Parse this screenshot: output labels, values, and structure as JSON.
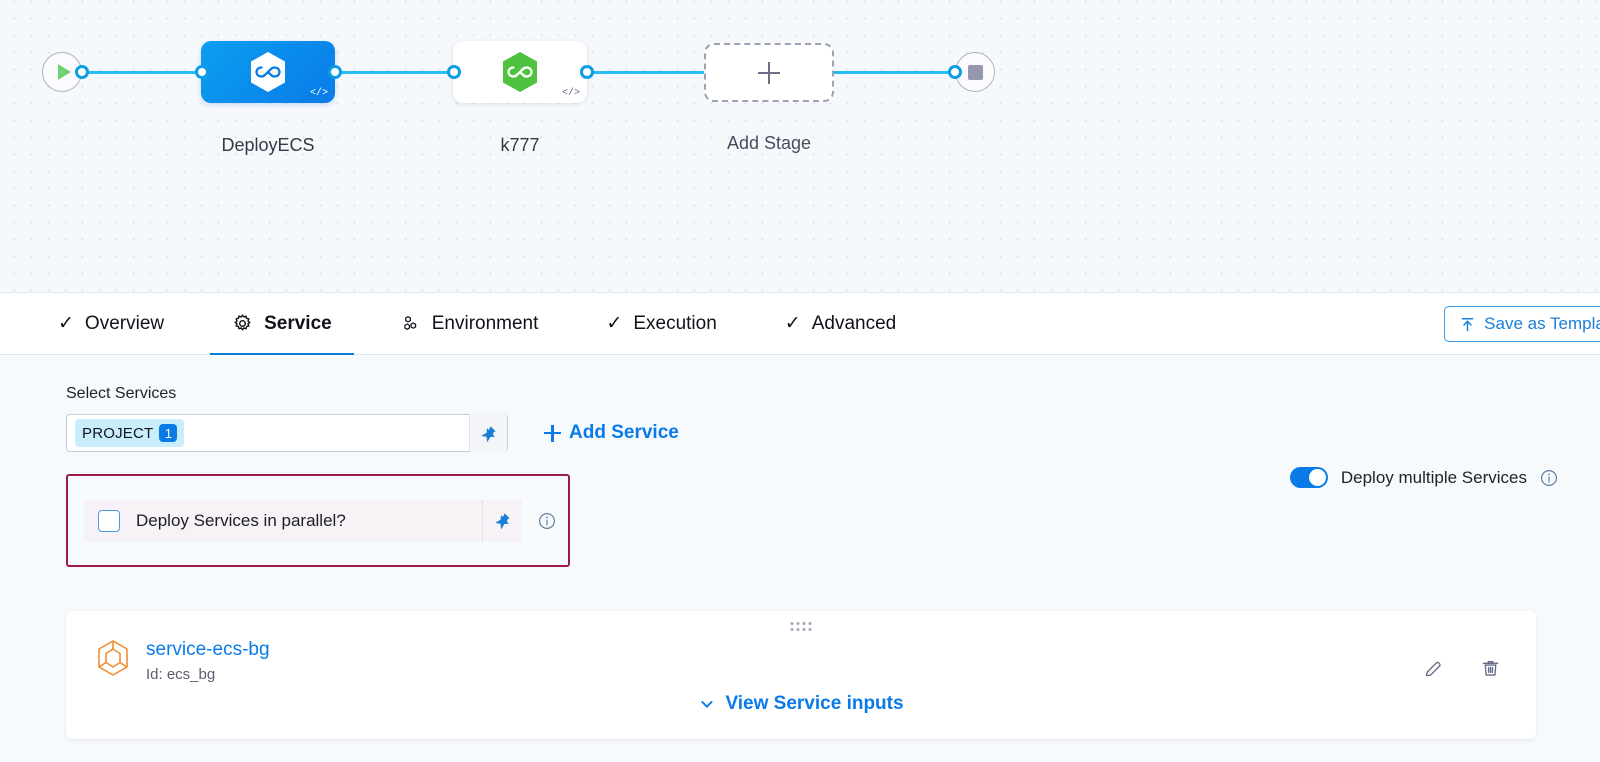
{
  "pipeline": {
    "start_node": "start-play",
    "end_node": "end-stop",
    "stages": [
      {
        "label": "DeployECS",
        "icon": "harness-infinity-icon",
        "code_badge": "</>",
        "variant": "selected"
      },
      {
        "label": "k777",
        "icon": "harness-infinity-icon",
        "code_badge": "</>",
        "variant": "default"
      }
    ],
    "add_stage_label": "Add Stage",
    "add_stage_icon": "plus-icon",
    "colors": {
      "connector": "#27bdf4",
      "selected_stage": "#0a7ae8",
      "stage_icon_green": "#4cc23e",
      "canvas_bg": "#f6f9fc"
    }
  },
  "tabs": [
    {
      "label": "Overview",
      "icon": "check-icon",
      "active": false
    },
    {
      "label": "Service",
      "icon": "gear-icon",
      "active": true
    },
    {
      "label": "Environment",
      "icon": "hex-cluster-icon",
      "active": false
    },
    {
      "label": "Execution",
      "icon": "check-icon",
      "active": false
    },
    {
      "label": "Advanced",
      "icon": "check-icon",
      "active": false
    }
  ],
  "toolbar": {
    "save_template_label": "Save as Template",
    "save_template_icon": "arrow-to-top-icon",
    "accent": "#1a7ed8"
  },
  "service_section": {
    "title": "Select Services",
    "select": {
      "tag_label": "PROJECT",
      "tag_count": "1",
      "pin_icon": "pin-icon"
    },
    "add_service_label": "Add Service",
    "add_service_icon": "plus-icon",
    "deploy_multiple": {
      "label": "Deploy multiple Services",
      "info_icon": "info-icon",
      "enabled": true
    },
    "parallel": {
      "label": "Deploy Services in parallel?",
      "checked": false,
      "pin_icon": "pin-icon",
      "info_icon": "info-icon",
      "highlight_color": "#9c1c52"
    },
    "service_card": {
      "drag_handle_icon": "drag-dots-icon",
      "service_icon": "hexagon-cube-icon",
      "name": "service-ecs-bg",
      "id_text": "Id: ecs_bg",
      "edit_icon": "pencil-icon",
      "delete_icon": "trash-icon",
      "view_inputs_label": "View Service inputs",
      "view_inputs_icon": "chevron-down-icon"
    }
  }
}
